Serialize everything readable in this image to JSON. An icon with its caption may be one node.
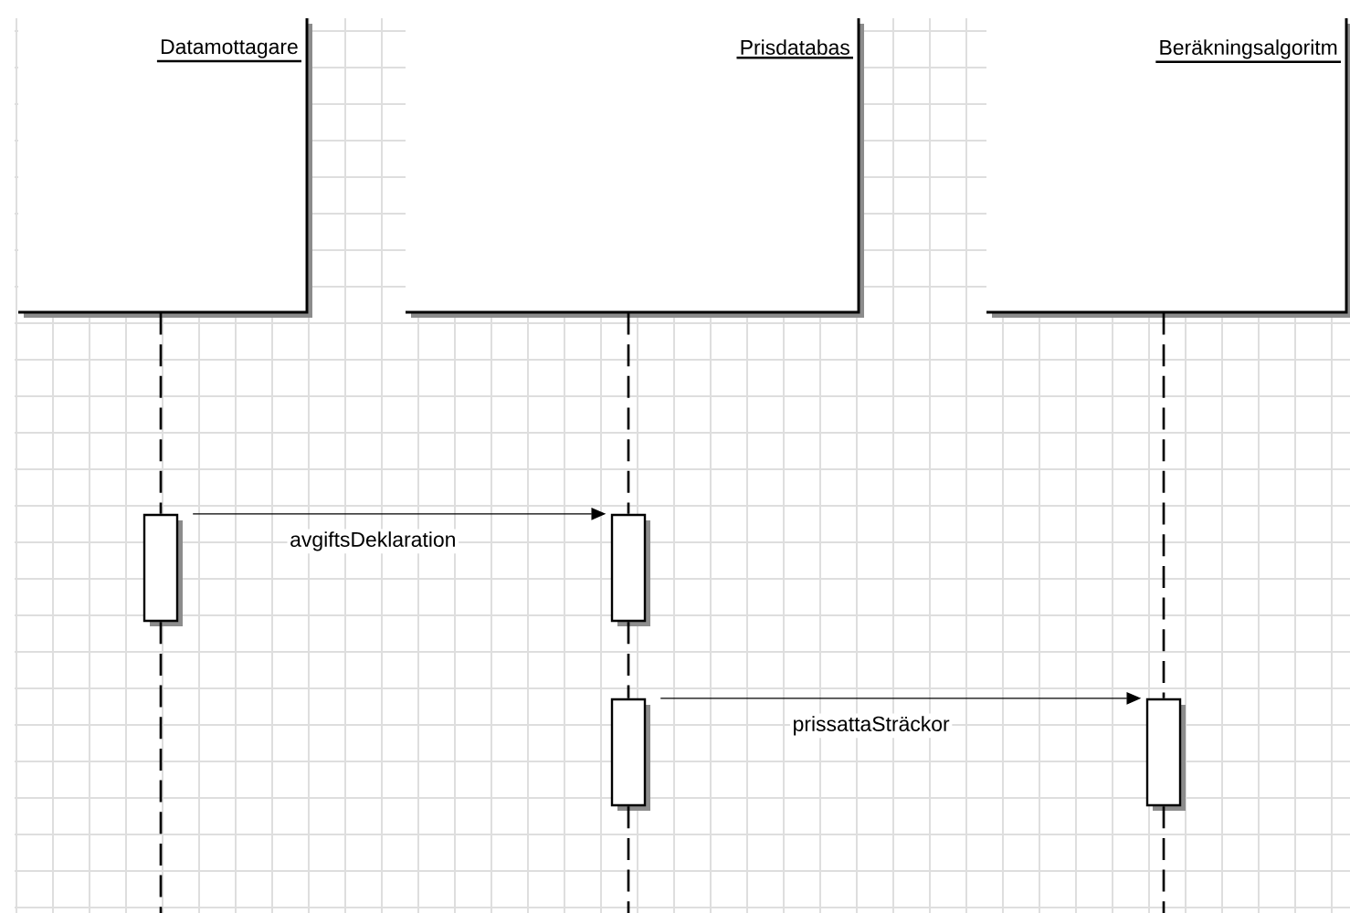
{
  "diagram": {
    "nodes": [
      {
        "text": [
          "Datamottagare"
        ]
      },
      {
        "text": [
          "Prisdatabas"
        ]
      },
      {
        "text": [
          "Beräkningsalgoritm"
        ]
      },
      {
        "text": [],
        "shape": "bar"
      },
      {
        "text": [],
        "shape": "bar"
      },
      {
        "text": [],
        "shape": "bar"
      },
      {
        "text": [],
        "shape": "bar"
      }
    ],
    "edges": [
      {
        "from": 3,
        "to": 4,
        "arrow": "to",
        "label": "avgiftsDeklaration"
      },
      {
        "from": 5,
        "to": 6,
        "arrow": "to",
        "label": "prissattaSträckor"
      },
      {
        "from": 0,
        "to": 3,
        "arrow": "none",
        "style": "dashed"
      },
      {
        "from": 3,
        "to": null,
        "arrow": "none",
        "style": "dashed"
      },
      {
        "from": 1,
        "to": 4,
        "arrow": "none",
        "style": "dashed"
      },
      {
        "from": 4,
        "to": 5,
        "arrow": "none",
        "style": "dashed"
      },
      {
        "from": 5,
        "to": null,
        "arrow": "none",
        "style": "dashed"
      },
      {
        "from": 2,
        "to": 6,
        "arrow": "none",
        "style": "dashed"
      },
      {
        "from": 6,
        "to": null,
        "arrow": "none",
        "style": "dashed"
      }
    ]
  }
}
